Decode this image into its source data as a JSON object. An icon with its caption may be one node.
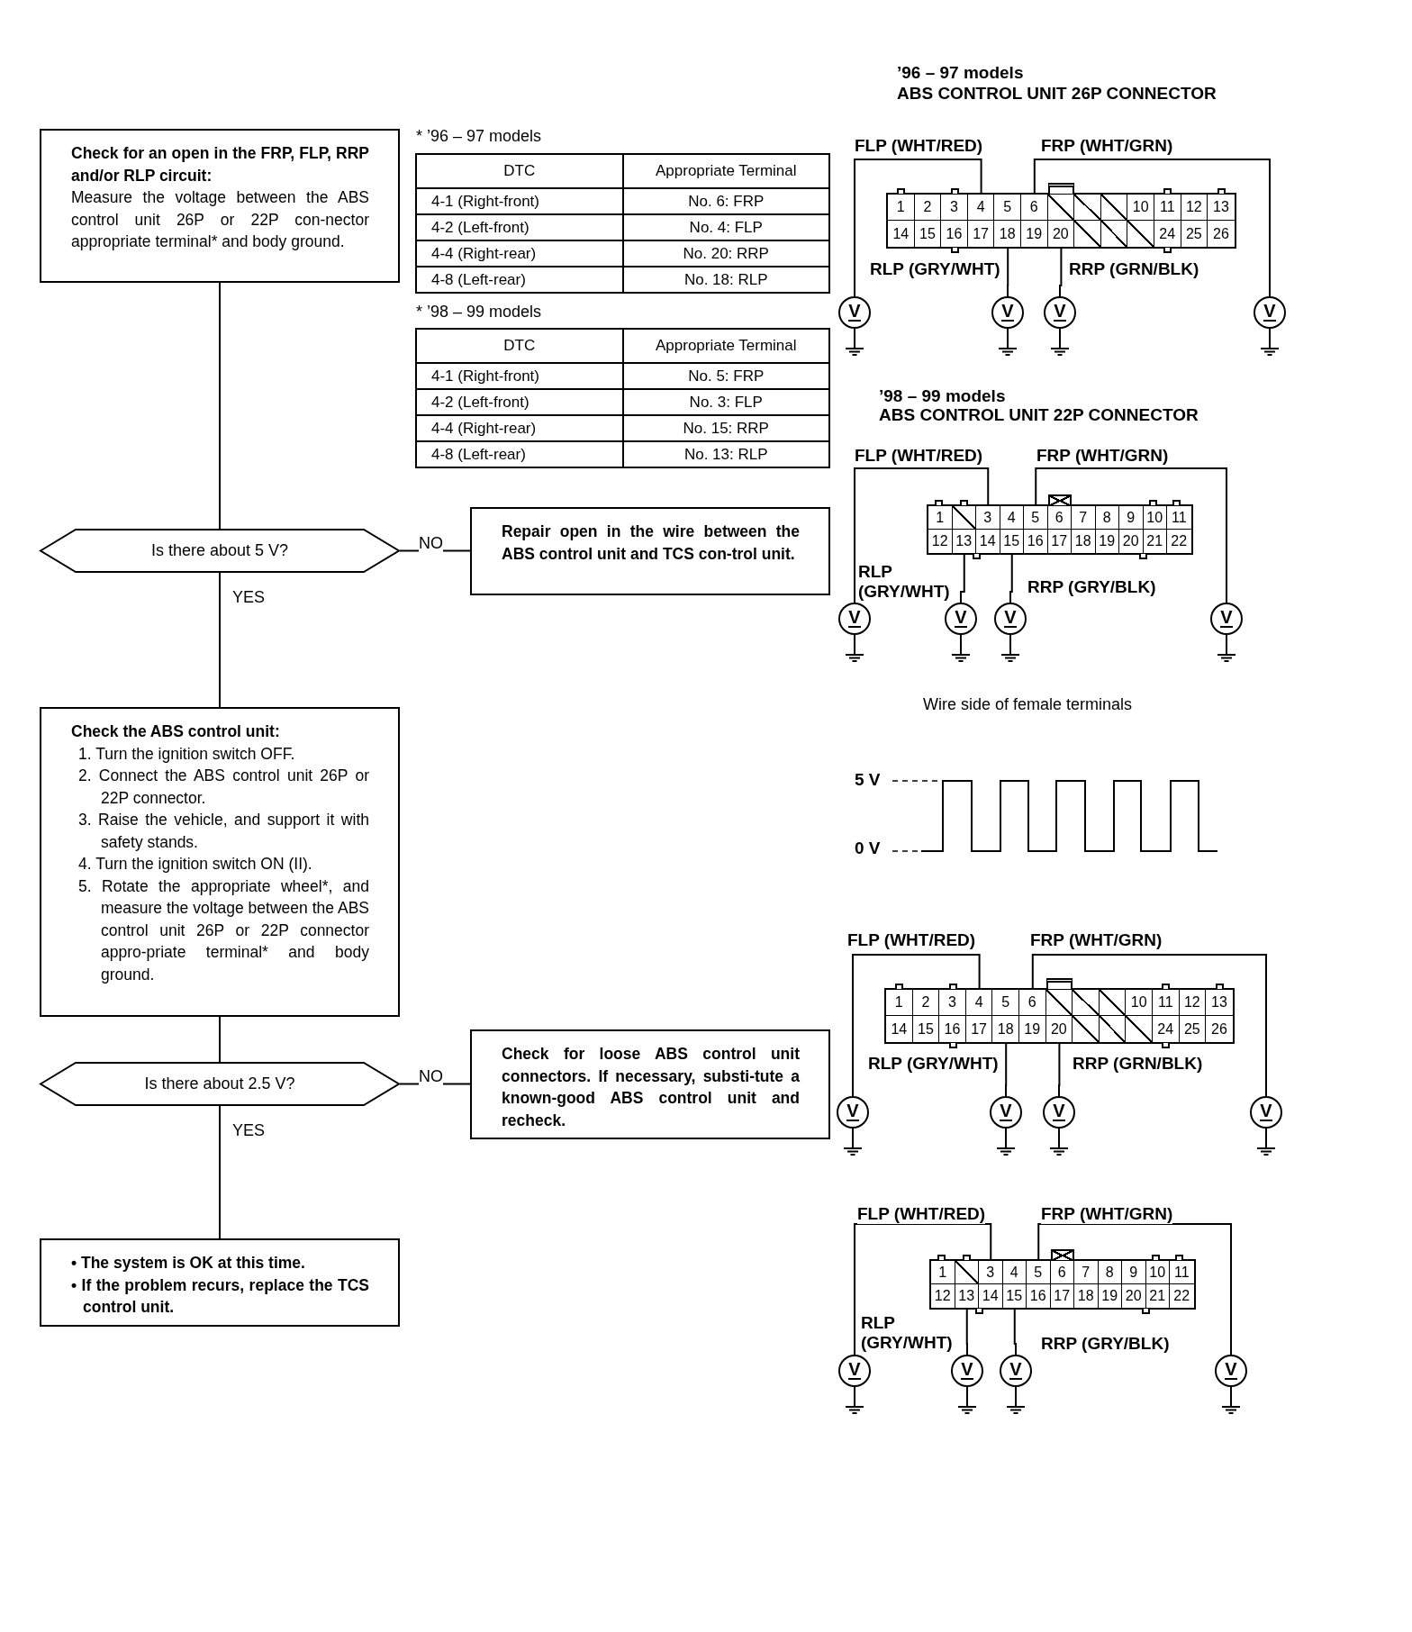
{
  "diagram": {
    "nodes": [
      {
        "text": [
          "Check for an open in the FRP, FLP, RRP and/or RLP circuit:",
          "Measure the voltage between the ABS control unit 26P or 22P con-nector appropriate terminal* and body ground."
        ]
      },
      {
        "text": [
          "Is there about 5 V?"
        ]
      },
      {
        "text": [
          "Repair open in the wire between the ABS control unit and TCS con-trol unit."
        ]
      },
      {
        "text": [
          "Check the ABS control unit:",
          "1. Turn the ignition switch OFF.",
          "2. Connect the ABS control unit 26P or 22P connector.",
          "3. Raise the vehicle, and support it with safety stands.",
          "4. Turn the ignition switch ON (II).",
          "5. Rotate the appropriate wheel*, and measure the voltage between the ABS control unit 26P or 22P connector appro-priate terminal* and body ground."
        ]
      },
      {
        "text": [
          "Is there about 2.5 V?"
        ]
      },
      {
        "text": [
          "Check for loose ABS control unit connectors. If necessary, substi-tute a known-good ABS control unit and recheck."
        ]
      },
      {
        "text": [
          "• The system is OK at this time.",
          "• If the problem recurs, replace the TCS control unit."
        ]
      },
      {
        "text": [
          "1",
          "2",
          "3",
          "4",
          "5",
          "6",
          "10",
          "11",
          "12",
          "13",
          "14",
          "15",
          "16",
          "17",
          "18",
          "19",
          "20",
          "24",
          "25",
          "26"
        ]
      },
      {
        "text": [
          "V"
        ]
      },
      {
        "text": [
          "V"
        ]
      },
      {
        "text": [
          "V"
        ]
      },
      {
        "text": [
          "V"
        ]
      },
      {
        "text": [
          "1",
          "3",
          "4",
          "5",
          "6",
          "7",
          "8",
          "9",
          "10",
          "11",
          "12",
          "13",
          "14",
          "15",
          "16",
          "17",
          "18",
          "19",
          "20",
          "21",
          "22"
        ]
      },
      {
        "text": [
          "V"
        ]
      },
      {
        "text": [
          "V"
        ]
      },
      {
        "text": [
          "V"
        ]
      },
      {
        "text": [
          "V"
        ]
      },
      {
        "text": [
          "1",
          "2",
          "3",
          "4",
          "5",
          "6",
          "10",
          "11",
          "12",
          "13",
          "14",
          "15",
          "16",
          "17",
          "18",
          "19",
          "20",
          "24",
          "25",
          "26"
        ]
      },
      {
        "text": [
          "V"
        ]
      },
      {
        "text": [
          "V"
        ]
      },
      {
        "text": [
          "V"
        ]
      },
      {
        "text": [
          "V"
        ]
      },
      {
        "text": [
          "1",
          "3",
          "4",
          "5",
          "6",
          "7",
          "8",
          "9",
          "10",
          "11",
          "12",
          "13",
          "14",
          "15",
          "16",
          "17",
          "18",
          "19",
          "20",
          "21",
          "22"
        ]
      },
      {
        "text": [
          "V"
        ]
      },
      {
        "text": [
          "V"
        ]
      },
      {
        "text": [
          "V"
        ]
      },
      {
        "text": [
          "V"
        ]
      }
    ],
    "edges": [
      {
        "from": 0,
        "to": 1,
        "arrow": "none"
      },
      {
        "from": 1,
        "to": 2,
        "arrow": "none",
        "label": "NO"
      },
      {
        "from": 1,
        "to": 3,
        "arrow": "none",
        "label": "YES"
      },
      {
        "from": 3,
        "to": 4,
        "arrow": "none"
      },
      {
        "from": 4,
        "to": 5,
        "arrow": "none",
        "label": "NO"
      },
      {
        "from": 4,
        "to": 6,
        "arrow": "none",
        "label": "YES"
      },
      {
        "from": 7,
        "to": 8,
        "arrow": "none",
        "label": "FLP (WHT/RED)"
      },
      {
        "from": 7,
        "to": 11,
        "arrow": "none",
        "label": "FRP (WHT/GRN)"
      },
      {
        "from": 7,
        "to": 9,
        "arrow": "none",
        "label": "RLP (GRY/WHT)"
      },
      {
        "from": 7,
        "to": 10,
        "arrow": "none",
        "label": "RRP (GRN/BLK)"
      },
      {
        "from": 12,
        "to": 13,
        "arrow": "none",
        "label": "FLP (WHT/RED)"
      },
      {
        "from": 12,
        "to": 16,
        "arrow": "none",
        "label": "FRP (WHT/GRN)"
      },
      {
        "from": 12,
        "to": 14,
        "arrow": "none",
        "label": "RLP (GRY/WHT)"
      },
      {
        "from": 12,
        "to": 15,
        "arrow": "none",
        "label": "RRP (GRY/BLK)"
      },
      {
        "from": 17,
        "to": 18,
        "arrow": "none",
        "label": "FLP (WHT/RED)"
      },
      {
        "from": 17,
        "to": 21,
        "arrow": "none",
        "label": "FRP (WHT/GRN)"
      },
      {
        "from": 17,
        "to": 19,
        "arrow": "none",
        "label": "RLP (GRY/WHT)"
      },
      {
        "from": 17,
        "to": 20,
        "arrow": "none",
        "label": "RRP (GRN/BLK)"
      },
      {
        "from": 22,
        "to": 23,
        "arrow": "none",
        "label": "FLP (WHT/RED)"
      },
      {
        "from": 22,
        "to": 26,
        "arrow": "none",
        "label": "FRP (WHT/GRN)"
      },
      {
        "from": 22,
        "to": 24,
        "arrow": "none",
        "label": "RLP (GRY/WHT)"
      },
      {
        "from": 22,
        "to": 25,
        "arrow": "none",
        "label": "RRP (GRY/BLK)"
      }
    ],
    "labels": [
      "* ’96 – 97 models",
      "DTC",
      "Appropriate Terminal",
      "4-1 (Right-front)",
      "No. 6: FRP",
      "4-2 (Left-front)",
      "No. 4: FLP",
      "4-4 (Right-rear)",
      "No. 20: RRP",
      "4-8 (Left-rear)",
      "No. 18: RLP",
      "* ’98 – 99 models",
      "DTC",
      "Appropriate Terminal",
      "4-1 (Right-front)",
      "No. 5: FRP",
      "4-2 (Left-front)",
      "No. 3: FLP",
      "4-4 (Right-rear)",
      "No. 15: RRP",
      "4-8 (Left-rear)",
      "No. 13: RLP",
      "’96 – 97 models",
      "ABS CONTROL UNIT 26P CONNECTOR",
      "’98 – 99 models",
      "ABS CONTROL UNIT 22P CONNECTOR",
      "Wire side of female terminals",
      "5 V",
      "0 V"
    ]
  }
}
